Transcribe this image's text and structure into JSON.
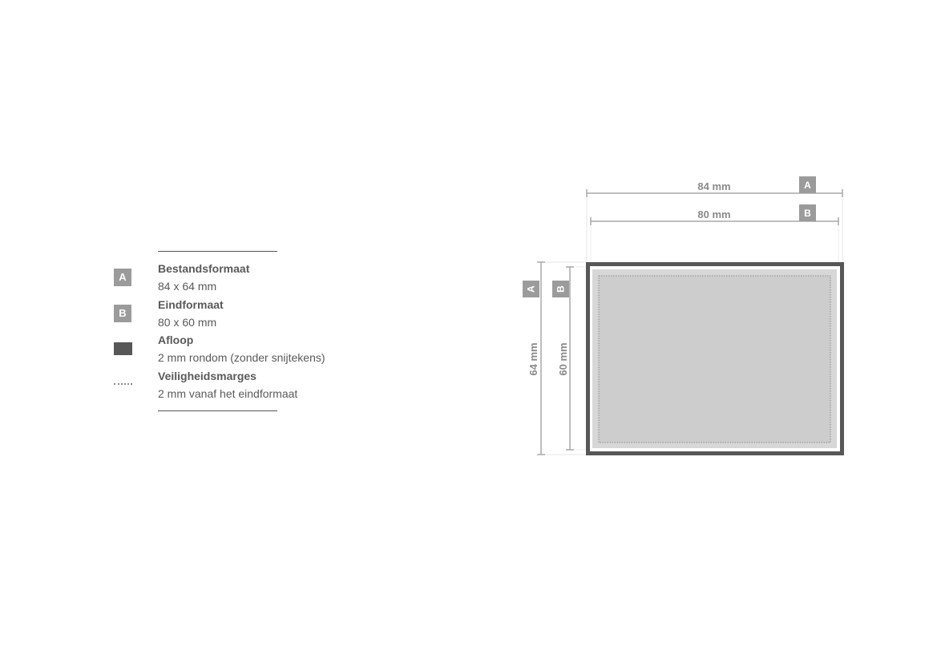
{
  "legend": {
    "items": [
      {
        "badge": "A",
        "title": "Bestandsformaat",
        "text": "84 x 64 mm"
      },
      {
        "badge": "B",
        "title": "Eindformaat",
        "text": "80 x 60 mm"
      },
      {
        "title": "Afloop",
        "text": "2 mm rondom (zonder snijtekens)"
      },
      {
        "title": "Veiligheidsmarges",
        "text": "2 mm vanaf het eindformaat"
      }
    ]
  },
  "diagram": {
    "dimensions": {
      "width_a": "84 mm",
      "width_b": "80 mm",
      "height_a": "64 mm",
      "height_b": "60 mm"
    },
    "badges": {
      "a": "A",
      "b": "B"
    },
    "colors": {
      "bleed": "#575757",
      "trim_area": "#d7d7d7",
      "safe_area": "#cdcdcd",
      "badge": "#9b9b9b",
      "dimension_line": "#a8a8a8"
    }
  }
}
